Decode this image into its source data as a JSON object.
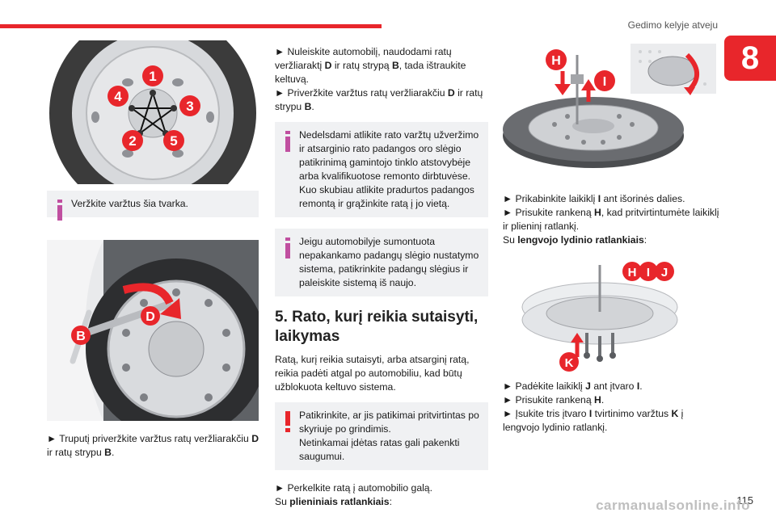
{
  "header": {
    "section_title": "Gedimo kelyje atveju",
    "chapter": "8"
  },
  "page_number": "115",
  "col1": {
    "fig_wheel_labels": [
      "1",
      "2",
      "3",
      "4",
      "5"
    ],
    "info1": "Veržkite varžtus šia tvarka.",
    "fig_wrench_labels": {
      "b": "B",
      "d": "D"
    },
    "p1_prefix": "► Truputį priveržkite varžtus ratų veržliarakčiu ",
    "p1_b1": "D",
    "p1_mid": " ir ratų strypu ",
    "p1_b2": "B",
    "p1_suffix": "."
  },
  "col2": {
    "p1_prefix": "► Nuleiskite automobilį, naudodami ratų veržliaraktį ",
    "p1_b1": "D",
    "p1_mid": " ir ratų strypą ",
    "p1_b2": "B",
    "p1_suffix": ", tada ištraukite keltuvą.",
    "p2_prefix": "► Priveržkite varžtus ratų veržliarakčiu ",
    "p2_b1": "D",
    "p2_mid": " ir ratų strypu ",
    "p2_b2": "B",
    "p2_suffix": ".",
    "info1_l1": "Nedelsdami atlikite rato varžtų užveržimo ir atsarginio rato padangos oro slėgio patikrinimą gamintojo tinklo atstovybėje arba kvalifikuotose remonto dirbtuvėse.",
    "info1_l2": "Kuo skubiau atlikite pradurtos padangos remontą ir grąžinkite ratą į jo vietą.",
    "info2": "Jeigu automobilyje sumontuota nepakankamo padangų slėgio nustatymo sistema, patikrinkite padangų slėgius ir paleiskite sistemą iš naujo.",
    "heading": "5. Rato, kurį reikia sutaisyti, laikymas",
    "p3": "Ratą, kurį reikia sutaisyti, arba atsarginį ratą, reikia padėti atgal po automobiliu, kad būtų užblokuota keltuvo sistema.",
    "warn_l1": "Patikrinkite, ar jis patikimai pritvirtintas po skyriuje po grindimis.",
    "warn_l2": "Netinkamai įdėtas ratas gali pakenkti saugumui.",
    "p4": "► Perkelkite ratą į automobilio galą.",
    "p5_prefix": "Su ",
    "p5_bold": "plieniniais ratlankiais",
    "p5_suffix": ":"
  },
  "col3": {
    "fig1_labels": {
      "h": "H",
      "i": "I"
    },
    "p1_prefix": "► Prikabinkite laikiklį ",
    "p1_b1": "I",
    "p1_suffix": " ant išorinės dalies.",
    "p2_prefix": "► Prisukite rankeną ",
    "p2_b1": "H",
    "p2_suffix": ", kad pritvirtintumėte laikiklį ir plieninį ratlankį.",
    "p3_prefix": "Su ",
    "p3_bold": "lengvojo lydinio ratlankiais",
    "p3_suffix": ":",
    "fig2_labels": {
      "h": "H",
      "i": "I",
      "j": "J",
      "k": "K"
    },
    "p4_prefix": "► Padėkite laikiklį ",
    "p4_b1": "J",
    "p4_mid": " ant įtvaro ",
    "p4_b2": "I",
    "p4_suffix": ".",
    "p5_prefix": "► Prisukite rankeną ",
    "p5_b1": "H",
    "p5_suffix": ".",
    "p6_prefix": "► Įsukite tris įtvaro ",
    "p6_b1": "I",
    "p6_mid": " tvirtinimo varžtus ",
    "p6_b2": "K",
    "p6_suffix": " į lengvojo lydinio ratlankį."
  },
  "watermark": "carmanualsonline.info",
  "colors": {
    "accent": "#e8262b",
    "info_icon": "#c04fa0",
    "box_bg": "#f0f1f3"
  }
}
